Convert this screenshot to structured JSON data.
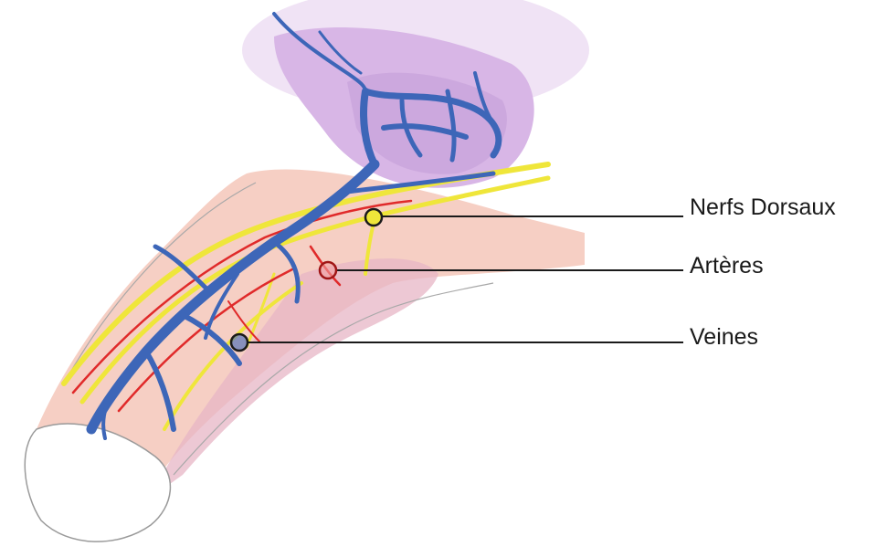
{
  "labels": {
    "nerves": "Nerfs Dorsaux",
    "arteries": "Artères",
    "veins": "Veines"
  },
  "colors": {
    "vein": "#3d66b8",
    "vein_dark": "#2c4f9a",
    "nerve": "#efe63a",
    "nerve_edge": "#b6ae22",
    "artery": "#e02a2a",
    "shaft_skin": "#f6cfc4",
    "shaft_shade": "#e7b6c6",
    "pelvic_tissue": "#d8b6e6",
    "pelvic_shadow": "#c8a2da",
    "leader_line": "#1a1a1a"
  }
}
